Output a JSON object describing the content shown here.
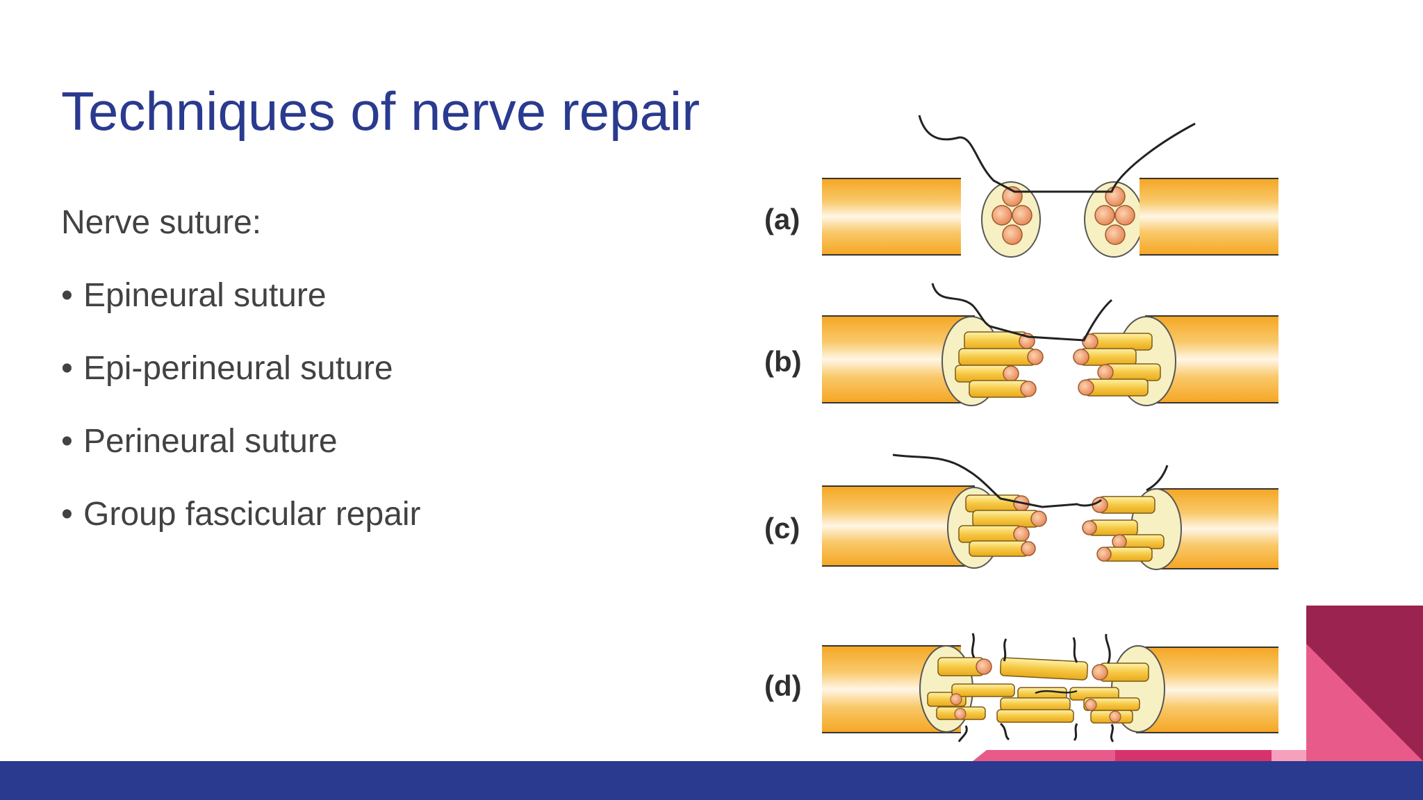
{
  "slide": {
    "title": "Techniques of nerve repair",
    "intro": "Nerve suture:",
    "bullets": [
      {
        "dot": "•",
        "text": "Epineural suture"
      },
      {
        "dot": "•",
        "text": "Epi-perineural suture"
      },
      {
        "dot": "•",
        "text": "Perineural suture"
      },
      {
        "dot": "•",
        "text": "Group fascicular repair"
      }
    ]
  },
  "figure": {
    "panel_labels": [
      "(a)",
      "(b)",
      "(c)",
      "(d)"
    ]
  },
  "colors": {
    "title": "#2a3a8f",
    "body_text": "#424242",
    "nerve_orange": "#f5a623",
    "fascicle_cream": "#f7f0c2",
    "fascicle_inner": "#f2a06a",
    "footer_navy": "#2a3a8f",
    "accent_maroon": "#9b2350",
    "accent_pink": "#e85a8a",
    "accent_magenta": "#d6336c"
  }
}
